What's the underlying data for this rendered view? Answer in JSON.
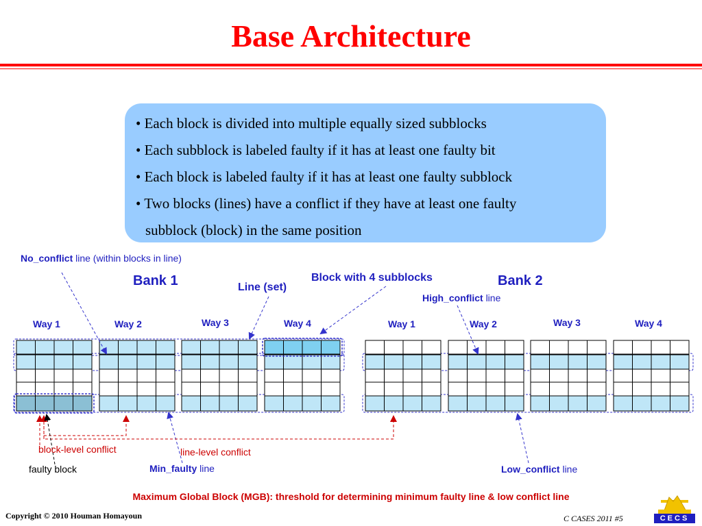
{
  "title": "Base Architecture",
  "bullets": [
    "• Each block is divided into multiple equally sized subblocks",
    "• Each subblock is labeled faulty if it has at least one faulty bit",
    "• Each block is labeled faulty if it has at least one faulty subblock",
    "• Two blocks (lines) have a conflict if they have at least one faulty",
    "subblock (block) in the same position"
  ],
  "labels": {
    "no_conflict_bold": "No_conflict",
    "no_conflict_rest": "line (within blocks in line)",
    "bank1": "Bank 1",
    "bank2": "Bank 2",
    "line_set": "Line (set)",
    "block_with_subblocks": "Block with 4 subblocks",
    "high_conflict_bold": "High_conflict",
    "high_conflict_rest": "line",
    "block_level_conflict": "block-level conflict",
    "line_level_conflict": "line-level conflict",
    "faulty_block": "faulty block",
    "min_faulty_bold": "Min_faulty",
    "min_faulty_rest": "line",
    "low_conflict_bold": "Low_conflict",
    "low_conflict_rest": "line"
  },
  "ways_bank1": [
    "Way 1",
    "Way 2",
    "Way 3",
    "Way 4"
  ],
  "ways_bank2": [
    "Way 1",
    "Way 2",
    "Way 3",
    "Way 4"
  ],
  "mgb_note": "Maximum Global Block (MGB): threshold for determining minimum faulty line & low conflict line",
  "footer_left": "Copyright © 2010 Houman Homayoun",
  "footer_right": "C CASES 2011   #5",
  "logo_text": "CECS",
  "colors": {
    "title": "#ff0000",
    "accent_blue": "#1f1fbf",
    "box_fill": "#99ccff",
    "cell_light": "#bfe6f7",
    "cell_mid": "#7fd0f0",
    "cell_faulty": "#8bbfd4",
    "conflict_red": "#cc0000",
    "label_blue": "#3333cc"
  }
}
